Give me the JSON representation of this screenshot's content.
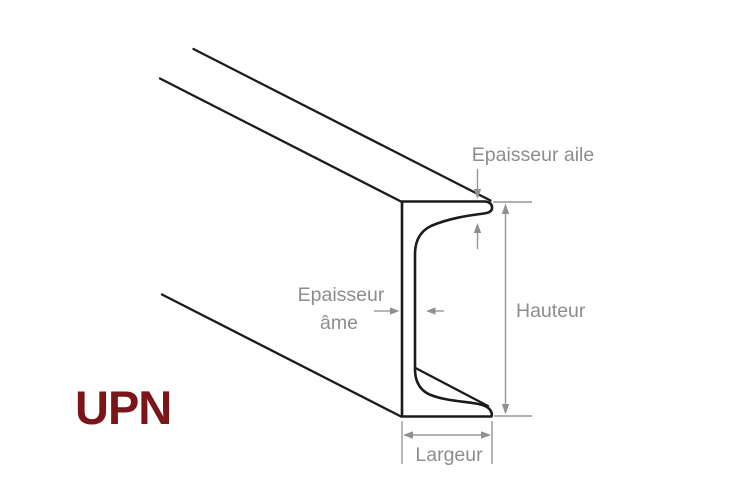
{
  "diagram": {
    "type": "technical-profile-diagram",
    "subject": "UPN channel steel profile with dimension callouts",
    "title": "UPN",
    "labels": {
      "flange_thickness": "Epaisseur aile",
      "web_thickness_line1": "Epaisseur",
      "web_thickness_line2": "âme",
      "height": "Hauteur",
      "width": "Largeur"
    },
    "colors": {
      "profile_outline": "#1b1b1b",
      "dimension_lines": "#979797",
      "label_text": "#8d8d8d",
      "title_text": "#7a1518",
      "background": "#ffffff"
    }
  }
}
